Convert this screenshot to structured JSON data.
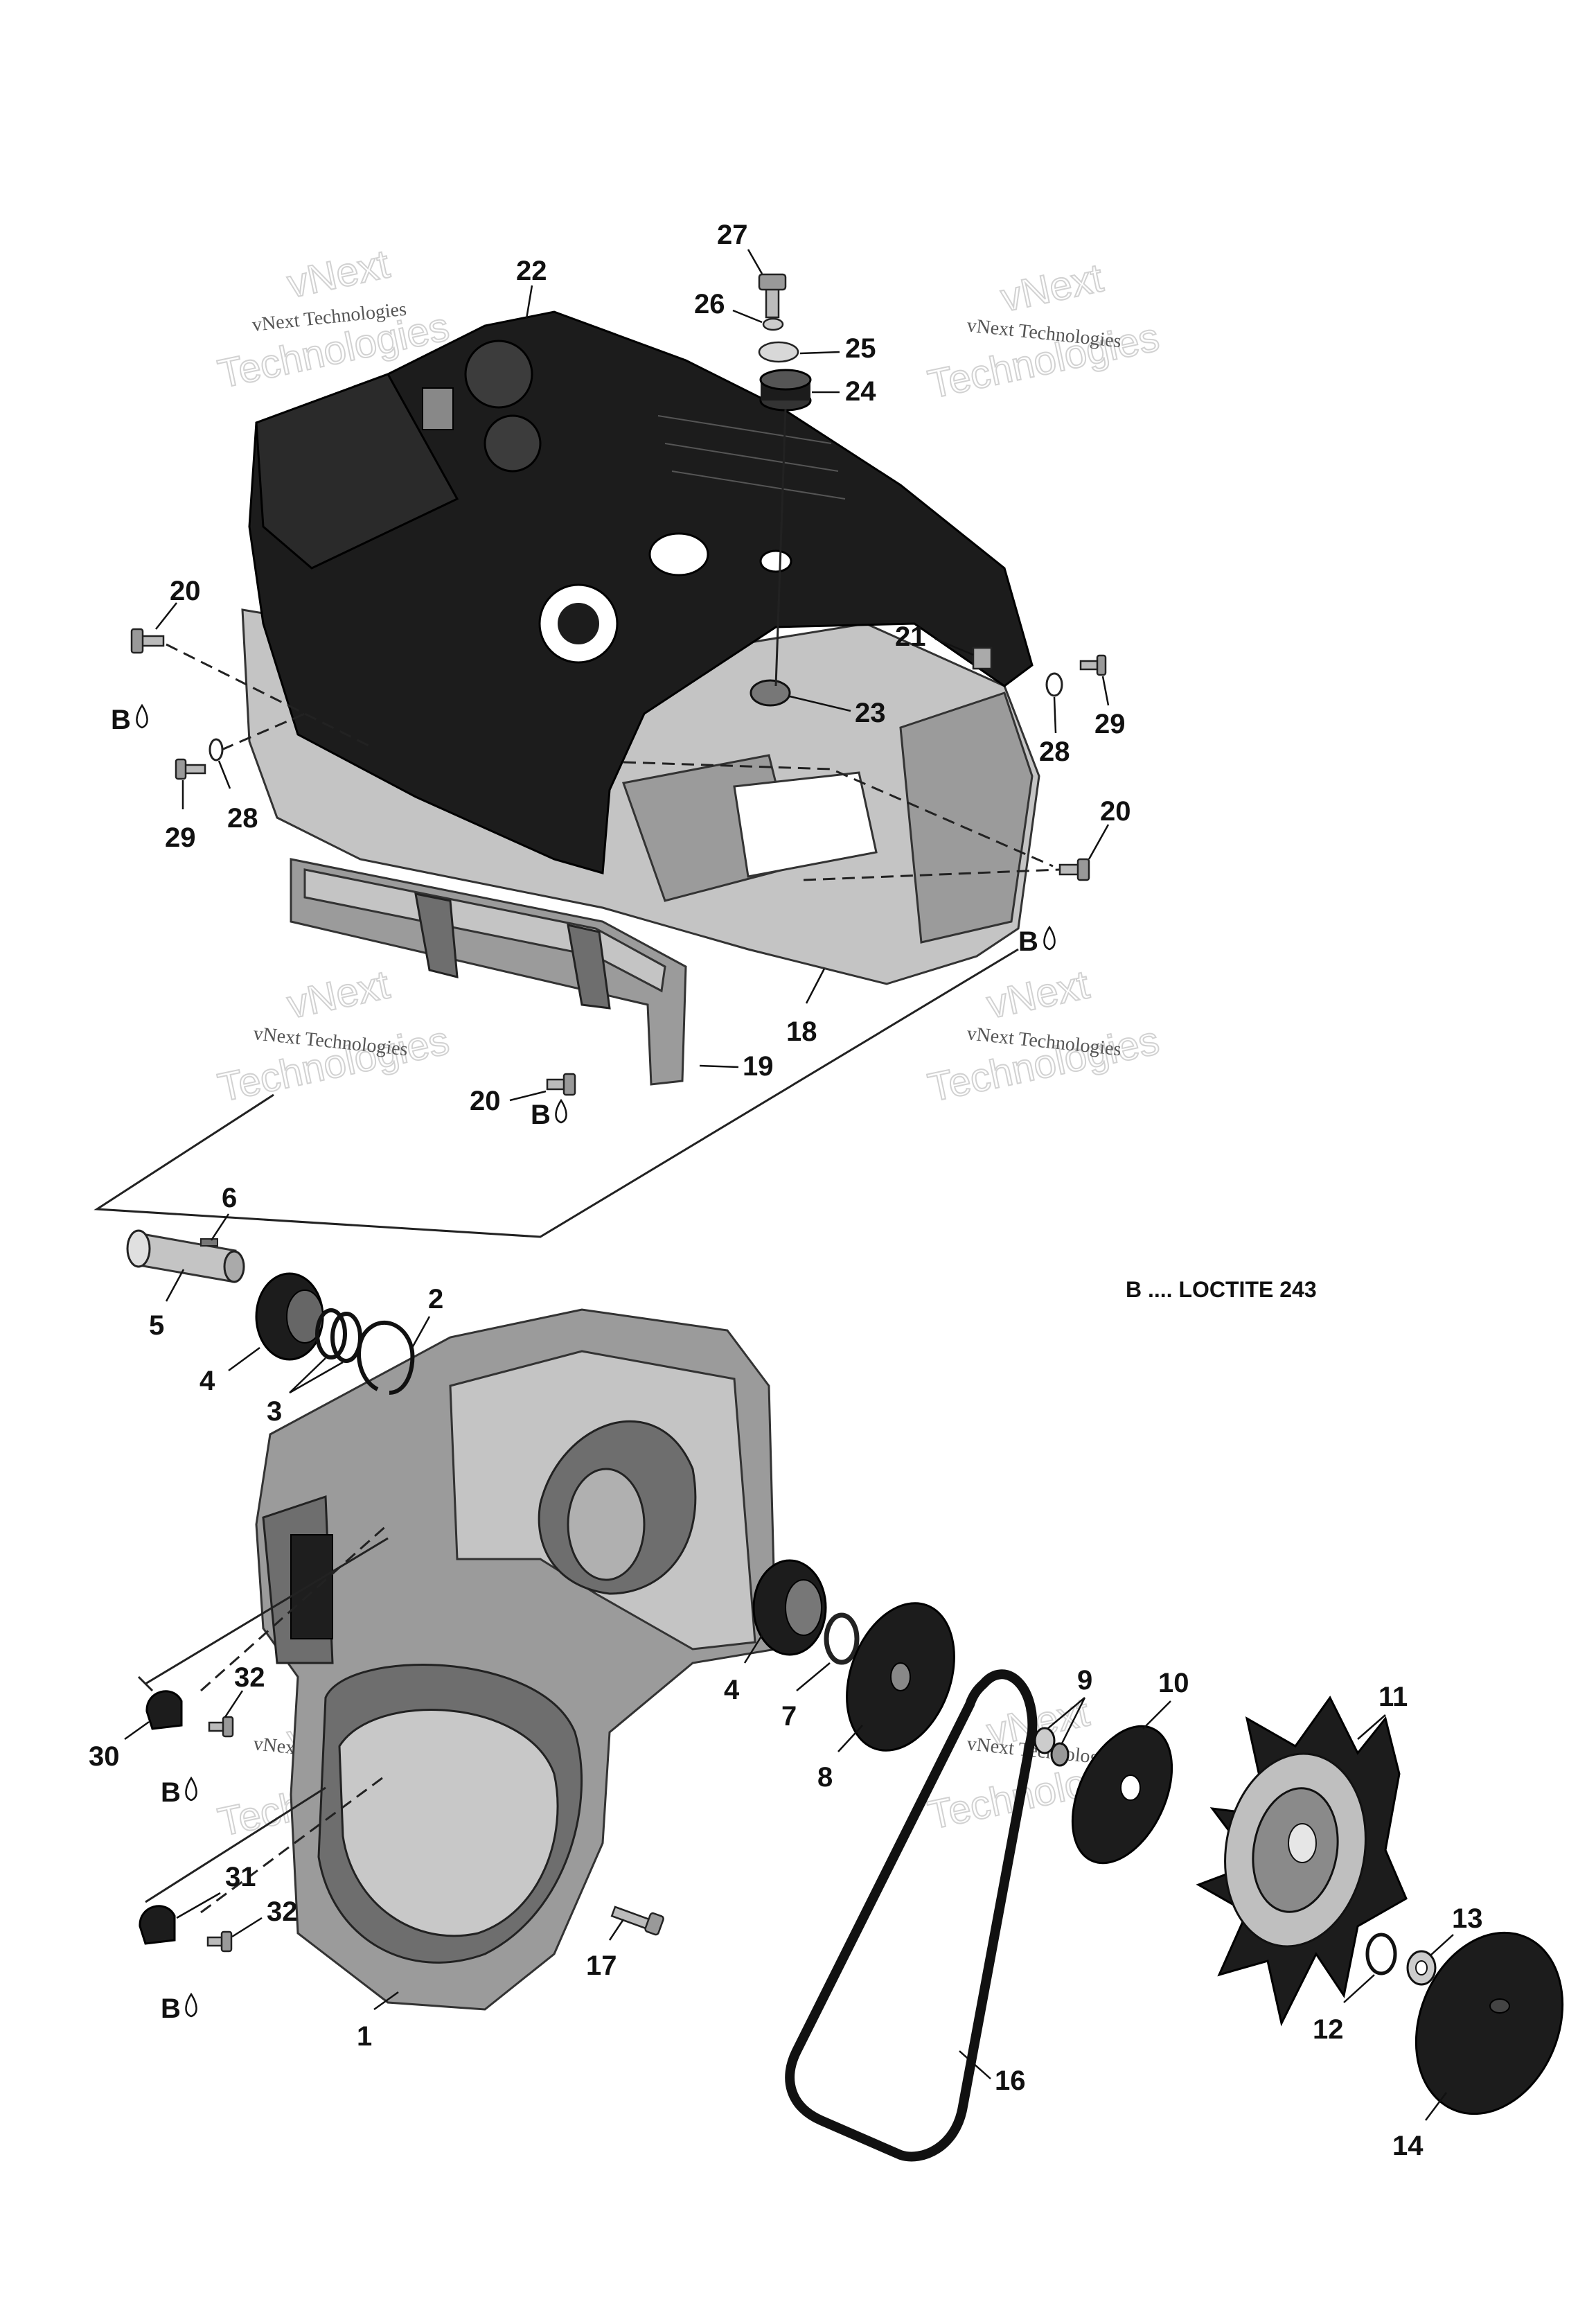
{
  "callouts": {
    "c1": "1",
    "c2": "2",
    "c3": "3",
    "c4a": "4",
    "c4b": "4",
    "c5": "5",
    "c6": "6",
    "c7": "7",
    "c8": "8",
    "c9": "9",
    "c10": "10",
    "c11": "11",
    "c12": "12",
    "c13": "13",
    "c14": "14",
    "c16": "16",
    "c17": "17",
    "c18": "18",
    "c19": "19",
    "c20a": "20",
    "c20b": "20",
    "c20c": "20",
    "c21": "21",
    "c22": "22",
    "c23": "23",
    "c24": "24",
    "c25": "25",
    "c26": "26",
    "c27": "27",
    "c28a": "28",
    "c28b": "28",
    "c29a": "29",
    "c29b": "29",
    "c30": "30",
    "c31": "31",
    "c32a": "32",
    "c32b": "32"
  },
  "adhesive_marks": {
    "b1": "B",
    "b2": "B",
    "b3": "B",
    "b4": "B",
    "b5": "B"
  },
  "legend": {
    "note": "B .... LOCTITE 243"
  },
  "watermark": {
    "line1": "vNext Technologies",
    "line2": "vNext",
    "line3": "Technologies"
  }
}
